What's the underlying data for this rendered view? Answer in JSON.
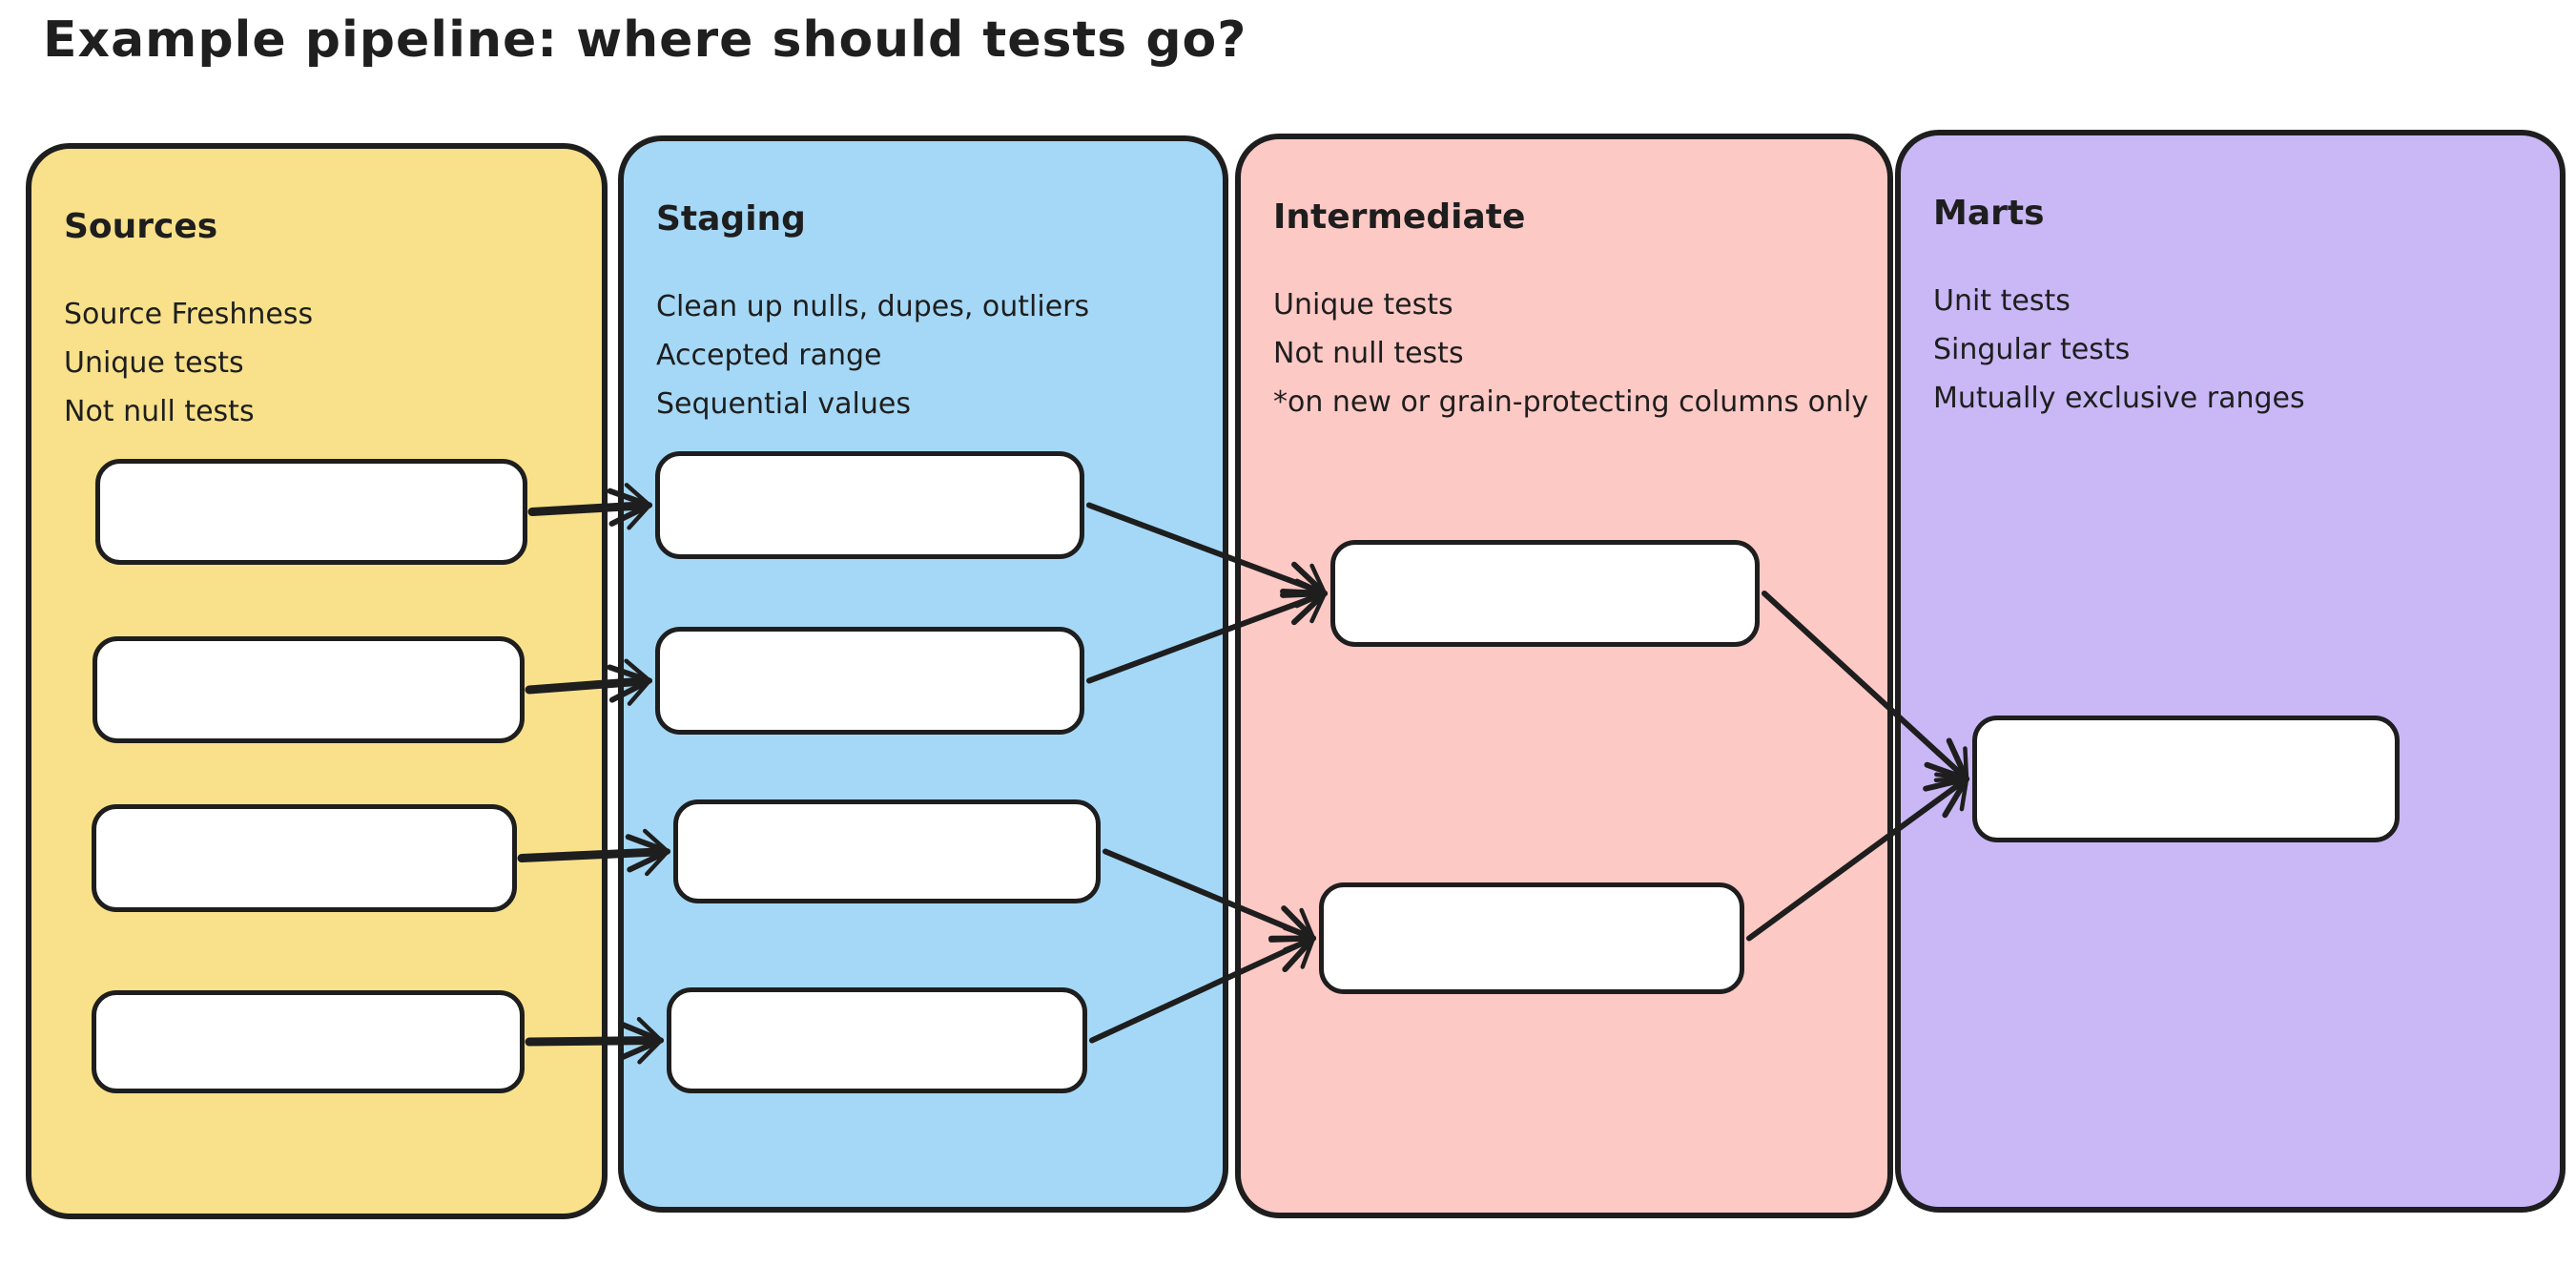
{
  "page": {
    "title": "Example pipeline: where should tests go?",
    "background": "#ffffff"
  },
  "colors": {
    "outline": "#1e1e1e",
    "node_fill": "#ffffff",
    "sources_fill": "#f8e18a",
    "staging_fill": "#a5d8f6",
    "intermediate_fill": "#fdc9c5",
    "marts_fill": "#c9b7f6"
  },
  "panels": [
    {
      "id": "sources",
      "title": "Sources",
      "fill": "#f8e18a",
      "notes": [
        "Source Freshness",
        "Unique tests",
        "Not null tests"
      ]
    },
    {
      "id": "staging",
      "title": "Staging",
      "fill": "#a5d8f6",
      "notes": [
        "Clean up nulls, dupes, outliers",
        "Accepted range",
        "Sequential values"
      ]
    },
    {
      "id": "intermediate",
      "title": "Intermediate",
      "fill": "#fdc9c5",
      "notes": [
        "Unique tests",
        "Not null tests",
        "*on new or grain-protecting columns only"
      ]
    },
    {
      "id": "marts",
      "title": "Marts",
      "fill": "#c9b7f6",
      "notes": [
        "Unit tests",
        "Singular tests",
        "Mutually exclusive ranges"
      ]
    }
  ],
  "nodes": [
    {
      "id": "src-1",
      "panel": "sources"
    },
    {
      "id": "src-2",
      "panel": "sources"
    },
    {
      "id": "src-3",
      "panel": "sources"
    },
    {
      "id": "src-4",
      "panel": "sources"
    },
    {
      "id": "stg-1",
      "panel": "staging"
    },
    {
      "id": "stg-2",
      "panel": "staging"
    },
    {
      "id": "stg-3",
      "panel": "staging"
    },
    {
      "id": "stg-4",
      "panel": "staging"
    },
    {
      "id": "int-1",
      "panel": "intermediate"
    },
    {
      "id": "int-2",
      "panel": "intermediate"
    },
    {
      "id": "mart-1",
      "panel": "marts"
    }
  ],
  "edges": [
    {
      "from": "src-1",
      "to": "stg-1"
    },
    {
      "from": "src-2",
      "to": "stg-2"
    },
    {
      "from": "src-3",
      "to": "stg-3"
    },
    {
      "from": "src-4",
      "to": "stg-4"
    },
    {
      "from": "stg-1",
      "to": "int-1"
    },
    {
      "from": "stg-2",
      "to": "int-1"
    },
    {
      "from": "stg-3",
      "to": "int-2"
    },
    {
      "from": "stg-4",
      "to": "int-2"
    },
    {
      "from": "int-1",
      "to": "mart-1"
    },
    {
      "from": "int-2",
      "to": "mart-1"
    }
  ]
}
